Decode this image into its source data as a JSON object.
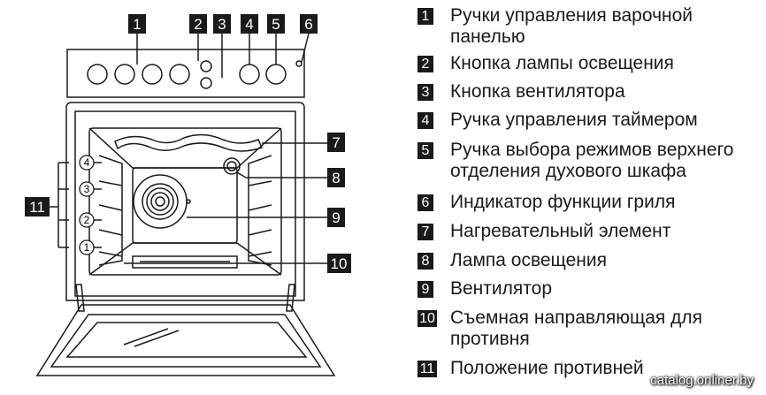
{
  "diagram": {
    "callouts": [
      "1",
      "2",
      "3",
      "4",
      "5",
      "6",
      "7",
      "8",
      "9",
      "10",
      "11"
    ],
    "shelf_positions": [
      "1",
      "2",
      "3",
      "4"
    ]
  },
  "legend": [
    {
      "num": "1",
      "text": "Ручки управления варочной\nпанелью"
    },
    {
      "num": "2",
      "text": "Кнопка лампы освещения"
    },
    {
      "num": "3",
      "text": "Кнопка вентилятора"
    },
    {
      "num": "4",
      "text": "Ручка управления таймером"
    },
    {
      "num": "5",
      "text": "Ручка выбора режимов верхнего\nотделения духового шкафа"
    },
    {
      "num": "6",
      "text": "Индикатор функции гриля"
    },
    {
      "num": "7",
      "text": "Нагревательный элемент"
    },
    {
      "num": "8",
      "text": "Лампа освещения"
    },
    {
      "num": "9",
      "text": "Вентилятор"
    },
    {
      "num": "10",
      "text": "Съемная направляющая для\nпротивня"
    },
    {
      "num": "11",
      "text": "Положение противней"
    }
  ],
  "watermark": "catalog.onliner.by"
}
